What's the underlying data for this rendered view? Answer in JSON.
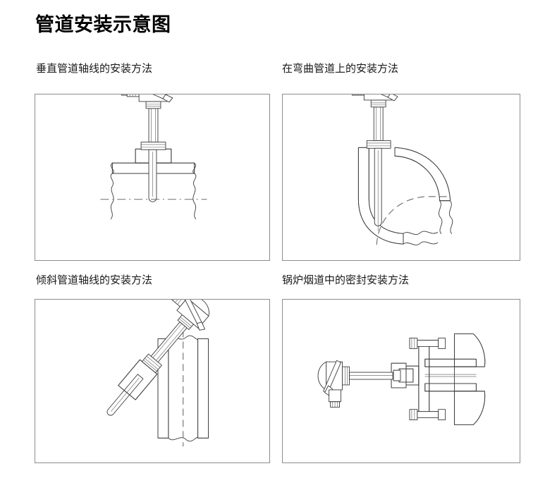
{
  "document": {
    "title": "管道安装示意图"
  },
  "panels": [
    {
      "id": "vertical-axis",
      "caption": "垂直管道轴线的安装方法",
      "components": [
        "thermocouple-head",
        "cable-gland",
        "dome-cap",
        "probe-stem",
        "hex-nut",
        "mounting-boss",
        "pipe-wall",
        "probe-tip",
        "pipe-centerline"
      ]
    },
    {
      "id": "curved-pipe",
      "caption": "在弯曲管道上的安装方法",
      "components": [
        "thermocouple-head",
        "cable-gland",
        "dome-cap",
        "probe-stem",
        "hex-nut",
        "elbow-outer-wall",
        "elbow-inner-wall",
        "probe-tip",
        "elbow-centerline"
      ]
    },
    {
      "id": "inclined-axis",
      "caption": "倾斜管道轴线的安装方法",
      "components": [
        "thermocouple-head",
        "cable-gland",
        "dome-cap",
        "inclined-probe-stem",
        "threaded-coupling",
        "mounting-socket",
        "vertical-pipe-wall",
        "probe-tip",
        "pipe-centerline"
      ]
    },
    {
      "id": "boiler-flue-seal",
      "caption": "锅炉烟道中的密封安装方法",
      "components": [
        "thermocouple-head",
        "cable-gland",
        "dome-cap",
        "horizontal-probe-stem",
        "packing-gland",
        "compression-fitting",
        "bolted-flange",
        "flange-bolt-top",
        "flange-bolt-bottom",
        "protection-tube",
        "refractory-brick-wall"
      ]
    }
  ],
  "colors": {
    "line": "#3a3a3a",
    "panel_border": "#8c8c8c",
    "centerline": "#6b6b6b",
    "background": "#ffffff",
    "text": "#000000"
  }
}
